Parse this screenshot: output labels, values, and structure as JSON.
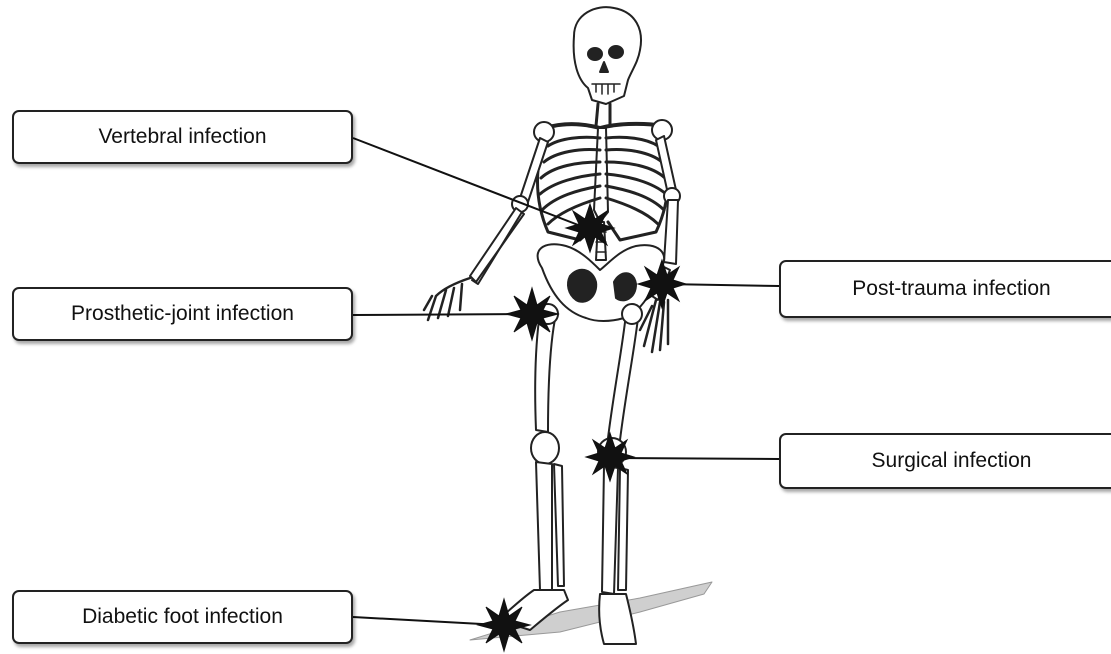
{
  "labels": {
    "vertebral": "Vertebral infection",
    "prosthetic_joint": "Prosthetic-joint infection",
    "diabetic_foot": "Diabetic foot infection",
    "post_trauma": "Post-trauma infection",
    "surgical": "Surgical infection"
  },
  "colors": {
    "line": "#111111",
    "burst": "#111111",
    "bone_fill": "#ffffff",
    "bone_stroke": "#222222"
  }
}
